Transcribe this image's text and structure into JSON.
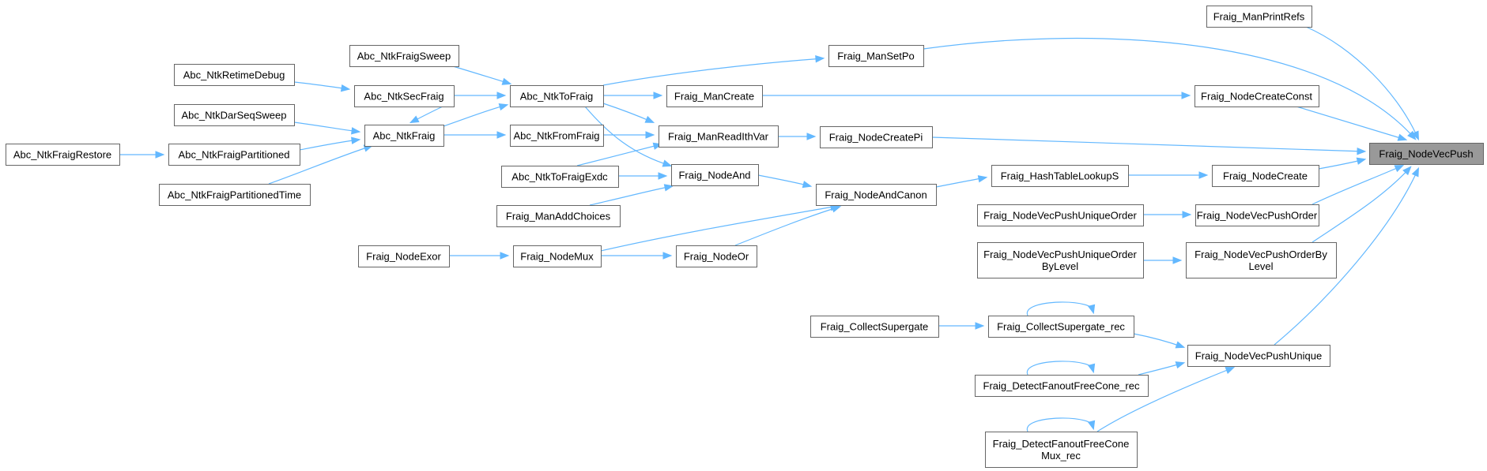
{
  "graph": {
    "type": "caller-graph",
    "root": "Fraig_NodeVecPush",
    "colors": {
      "edge": "#63b8ff",
      "node_border": "#666666",
      "root_fill": "#999999",
      "node_fill": "#ffffff"
    },
    "nodes": [
      {
        "id": "root",
        "label": [
          "Fraig_NodeVecPush"
        ],
        "root": true
      },
      {
        "id": "printrefs",
        "label": [
          "Fraig_ManPrintRefs"
        ]
      },
      {
        "id": "setpo",
        "label": [
          "Fraig_ManSetPo"
        ]
      },
      {
        "id": "createconst",
        "label": [
          "Fraig_NodeCreateConst"
        ]
      },
      {
        "id": "createpi",
        "label": [
          "Fraig_NodeCreatePi"
        ]
      },
      {
        "id": "nodecreate",
        "label": [
          "Fraig_NodeCreate"
        ]
      },
      {
        "id": "pushorder",
        "label": [
          "Fraig_NodeVecPushOrder"
        ]
      },
      {
        "id": "pushorderlevel",
        "label": [
          "Fraig_NodeVecPushOrderBy",
          "Level"
        ]
      },
      {
        "id": "pushunique",
        "label": [
          "Fraig_NodeVecPushUnique"
        ]
      },
      {
        "id": "mancreate",
        "label": [
          "Fraig_ManCreate"
        ]
      },
      {
        "id": "readith",
        "label": [
          "Fraig_ManReadIthVar"
        ]
      },
      {
        "id": "hashlookup",
        "label": [
          "Fraig_HashTableLookupS"
        ]
      },
      {
        "id": "uniqueorder",
        "label": [
          "Fraig_NodeVecPushUniqueOrder"
        ]
      },
      {
        "id": "uniqueorderlevel",
        "label": [
          "Fraig_NodeVecPushUniqueOrder",
          "ByLevel"
        ]
      },
      {
        "id": "supergaterec",
        "label": [
          "Fraig_CollectSupergate_rec"
        ]
      },
      {
        "id": "fanoutrec",
        "label": [
          "Fraig_DetectFanoutFreeCone_rec"
        ]
      },
      {
        "id": "fanoutmuxrec",
        "label": [
          "Fraig_DetectFanoutFreeCone",
          "Mux_rec"
        ]
      },
      {
        "id": "ntktofraig",
        "label": [
          "Abc_NtkToFraig"
        ]
      },
      {
        "id": "ntkfromfraig",
        "label": [
          "Abc_NtkFromFraig"
        ]
      },
      {
        "id": "nodeand",
        "label": [
          "Fraig_NodeAnd"
        ]
      },
      {
        "id": "andcanon",
        "label": [
          "Fraig_NodeAndCanon"
        ]
      },
      {
        "id": "collectsupergate",
        "label": [
          "Fraig_CollectSupergate"
        ]
      },
      {
        "id": "ntkfraigsweep",
        "label": [
          "Abc_NtkFraigSweep"
        ]
      },
      {
        "id": "ntksecfraig",
        "label": [
          "Abc_NtkSecFraig"
        ]
      },
      {
        "id": "ntkfraig",
        "label": [
          "Abc_NtkFraig"
        ]
      },
      {
        "id": "ntktofraigexdc",
        "label": [
          "Abc_NtkToFraigExdc"
        ]
      },
      {
        "id": "addchoices",
        "label": [
          "Fraig_ManAddChoices"
        ]
      },
      {
        "id": "nodemux",
        "label": [
          "Fraig_NodeMux"
        ]
      },
      {
        "id": "nodeor",
        "label": [
          "Fraig_NodeOr"
        ]
      },
      {
        "id": "nodeexor",
        "label": [
          "Fraig_NodeExor"
        ]
      },
      {
        "id": "retimedebug",
        "label": [
          "Abc_NtkRetimeDebug"
        ]
      },
      {
        "id": "darseqsweep",
        "label": [
          "Abc_NtkDarSeqSweep"
        ]
      },
      {
        "id": "fraigpartitioned",
        "label": [
          "Abc_NtkFraigPartitioned"
        ]
      },
      {
        "id": "fraigpartitionedtime",
        "label": [
          "Abc_NtkFraigPartitionedTime"
        ]
      },
      {
        "id": "fraigrestore",
        "label": [
          "Abc_NtkFraigRestore"
        ]
      }
    ],
    "edges": [
      [
        "printrefs",
        "root"
      ],
      [
        "setpo",
        "root"
      ],
      [
        "createconst",
        "root"
      ],
      [
        "createpi",
        "root"
      ],
      [
        "nodecreate",
        "root"
      ],
      [
        "pushorder",
        "root"
      ],
      [
        "pushorderlevel",
        "root"
      ],
      [
        "pushunique",
        "root"
      ],
      [
        "ntktofraig",
        "setpo"
      ],
      [
        "mancreate",
        "createconst"
      ],
      [
        "readith",
        "createpi"
      ],
      [
        "hashlookup",
        "nodecreate"
      ],
      [
        "uniqueorder",
        "pushorder"
      ],
      [
        "uniqueorderlevel",
        "pushorderlevel"
      ],
      [
        "supergaterec",
        "pushunique"
      ],
      [
        "fanoutrec",
        "pushunique"
      ],
      [
        "fanoutmuxrec",
        "pushunique"
      ],
      [
        "ntktofraig",
        "mancreate"
      ],
      [
        "ntktofraig",
        "readith"
      ],
      [
        "ntkfromfraig",
        "readith"
      ],
      [
        "ntktofraigexdc",
        "readith"
      ],
      [
        "andcanon",
        "hashlookup"
      ],
      [
        "collectsupergate",
        "supergaterec"
      ],
      [
        "supergaterec",
        "supergaterec"
      ],
      [
        "fanoutrec",
        "fanoutrec"
      ],
      [
        "fanoutmuxrec",
        "fanoutmuxrec"
      ],
      [
        "ntkfraigsweep",
        "ntktofraig"
      ],
      [
        "ntksecfraig",
        "ntktofraig"
      ],
      [
        "ntkfraig",
        "ntktofraig"
      ],
      [
        "ntkfraig",
        "ntkfromfraig"
      ],
      [
        "ntktofraig",
        "nodeand"
      ],
      [
        "ntktofraigexdc",
        "nodeand"
      ],
      [
        "addchoices",
        "nodeand"
      ],
      [
        "nodeand",
        "andcanon"
      ],
      [
        "nodemux",
        "andcanon"
      ],
      [
        "nodeor",
        "andcanon"
      ],
      [
        "nodemux",
        "nodeor"
      ],
      [
        "nodeexor",
        "nodemux"
      ],
      [
        "retimedebug",
        "ntksecfraig"
      ],
      [
        "ntksecfraig",
        "ntkfraig"
      ],
      [
        "darseqsweep",
        "ntkfraig"
      ],
      [
        "fraigpartitioned",
        "ntkfraig"
      ],
      [
        "fraigpartitionedtime",
        "ntkfraig"
      ],
      [
        "fraigrestore",
        "fraigpartitioned"
      ]
    ]
  }
}
